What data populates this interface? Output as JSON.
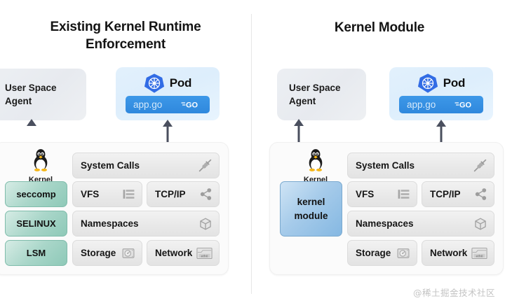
{
  "diagram": {
    "watermark": "@稀土掘金技术社区",
    "panels": [
      {
        "id": "left",
        "title": "Existing Kernel Runtime Enforcement",
        "agent": {
          "label": "User Space\nAgent"
        },
        "pod": {
          "label": "Pod",
          "icon": "kubernetes-helm-icon",
          "app": {
            "name": "app.go",
            "logo": "go-gopher-logo"
          }
        },
        "kernel": {
          "os_label": "Kernel",
          "os_icon": "linux-tux-icon",
          "security_modules": [
            {
              "label": "seccomp"
            },
            {
              "label": "SELINUX"
            },
            {
              "label": "LSM"
            }
          ],
          "subsystems": [
            {
              "label": "System Calls",
              "icon": "plug-connector-icon"
            },
            {
              "label": "VFS",
              "icon": "stacked-list-icon"
            },
            {
              "label": "TCP/IP",
              "icon": "share-nodes-icon"
            },
            {
              "label": "Namespaces",
              "icon": "cube-icon"
            },
            {
              "label": "Storage",
              "icon": "hard-disk-icon"
            },
            {
              "label": "Network",
              "icon": "eth0-nic-icon"
            }
          ]
        },
        "arrows": [
          {
            "name": "agent-kernel-arrow",
            "direction": "bidirectional"
          },
          {
            "name": "pod-tcpip-arrow",
            "direction": "bidirectional"
          }
        ]
      },
      {
        "id": "right",
        "title": "Kernel Module",
        "agent": {
          "label": "User Space\nAgent"
        },
        "pod": {
          "label": "Pod",
          "icon": "kubernetes-helm-icon",
          "app": {
            "name": "app.go",
            "logo": "go-gopher-logo"
          }
        },
        "kernel": {
          "os_label": "Kernel",
          "os_icon": "linux-tux-icon",
          "module": {
            "line1": "kernel",
            "line2": "module"
          },
          "subsystems": [
            {
              "label": "System Calls",
              "icon": "plug-connector-icon"
            },
            {
              "label": "VFS",
              "icon": "stacked-list-icon"
            },
            {
              "label": "TCP/IP",
              "icon": "share-nodes-icon"
            },
            {
              "label": "Namespaces",
              "icon": "cube-icon"
            },
            {
              "label": "Storage",
              "icon": "hard-disk-icon"
            },
            {
              "label": "Network",
              "icon": "eth0-nic-icon"
            }
          ]
        },
        "arrows": [
          {
            "name": "agent-kernel-arrow",
            "direction": "bidirectional"
          },
          {
            "name": "pod-tcpip-arrow",
            "direction": "bidirectional"
          }
        ]
      }
    ]
  },
  "colors": {
    "teal_module": "#a9d6c9",
    "blue_module": "#a6cbea",
    "pod_bg": "#ddeefc",
    "app_bar": "#2f88dd",
    "agent_bg": "#e7eaef",
    "kernel_panel_bg": "#fbfbfb"
  }
}
